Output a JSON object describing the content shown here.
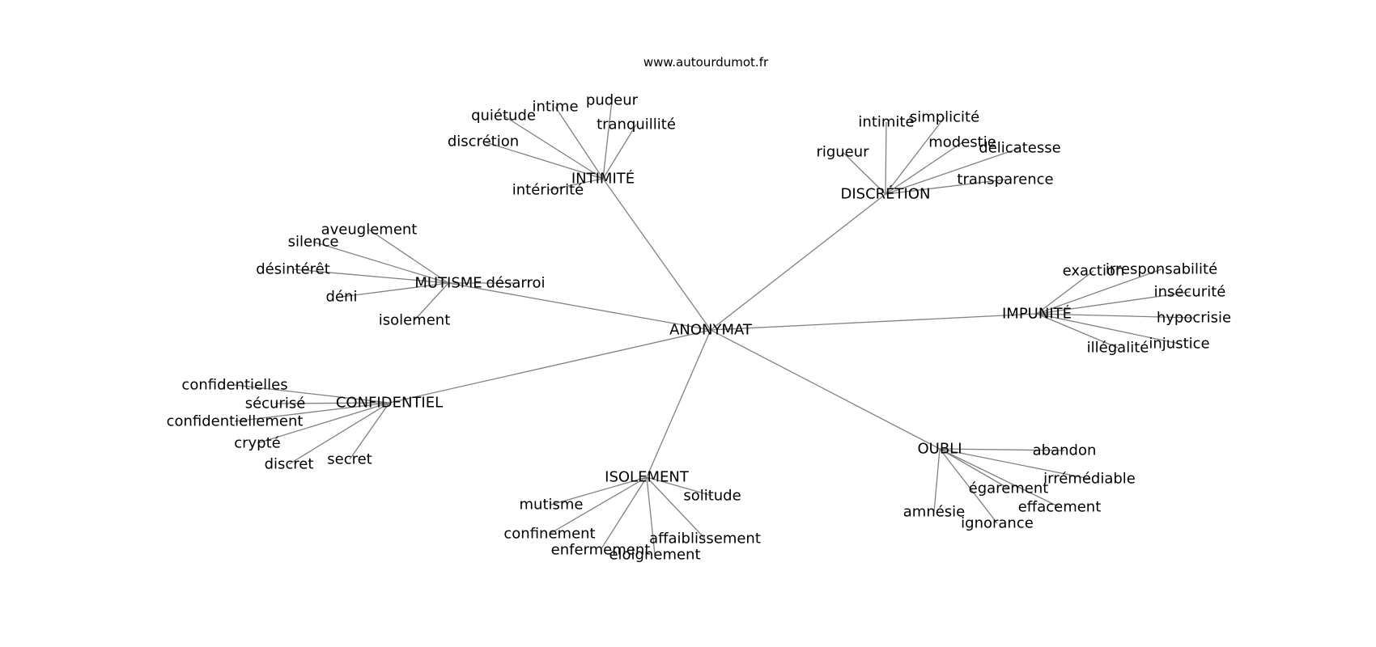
{
  "header": {
    "source": "www.autourdumot.fr"
  },
  "graph": {
    "nodes": [
      {
        "id": "anonymat",
        "label": "ANONYMAT"
      },
      {
        "id": "intimite_hub",
        "label": "INTIMITÉ"
      },
      {
        "id": "discretion_hub",
        "label": "DISCRÉTION"
      },
      {
        "id": "mutisme_hub",
        "label": "MUTISME"
      },
      {
        "id": "impunite_hub",
        "label": "IMPUNITÉ"
      },
      {
        "id": "confidentiel_hub",
        "label": "CONFIDENTIEL"
      },
      {
        "id": "isolement_hub",
        "label": "ISOLEMENT"
      },
      {
        "id": "oubli_hub",
        "label": "OUBLI"
      },
      {
        "id": "pudeur",
        "label": "pudeur"
      },
      {
        "id": "intime",
        "label": "intime"
      },
      {
        "id": "quietude",
        "label": "quiétude"
      },
      {
        "id": "tranquillite",
        "label": "tranquillité"
      },
      {
        "id": "discretion_leaf",
        "label": "discrétion"
      },
      {
        "id": "interiorite",
        "label": "intériorité"
      },
      {
        "id": "intimite_leaf",
        "label": "intimité"
      },
      {
        "id": "simplicite",
        "label": "simplicité"
      },
      {
        "id": "modestie",
        "label": "modestie"
      },
      {
        "id": "delicatesse",
        "label": "délicatesse"
      },
      {
        "id": "rigueur",
        "label": "rigueur"
      },
      {
        "id": "transparence",
        "label": "transparence"
      },
      {
        "id": "aveuglement",
        "label": "aveuglement"
      },
      {
        "id": "silence",
        "label": "silence"
      },
      {
        "id": "desinteret",
        "label": "désintérêt"
      },
      {
        "id": "desarroi",
        "label": "désarroi"
      },
      {
        "id": "deni",
        "label": "déni"
      },
      {
        "id": "isolement_leaf",
        "label": "isolement"
      },
      {
        "id": "exaction",
        "label": "exaction"
      },
      {
        "id": "irresponsabilite",
        "label": "irresponsabilité"
      },
      {
        "id": "insecurite",
        "label": "insécurité"
      },
      {
        "id": "hypocrisie",
        "label": "hypocrisie"
      },
      {
        "id": "injustice",
        "label": "injustice"
      },
      {
        "id": "illegalite",
        "label": "illégalité"
      },
      {
        "id": "confidentielles",
        "label": "confidentielles"
      },
      {
        "id": "securise",
        "label": "sécurisé"
      },
      {
        "id": "confidentiellement",
        "label": "confidentiellement"
      },
      {
        "id": "crypte",
        "label": "crypté"
      },
      {
        "id": "discret",
        "label": "discret"
      },
      {
        "id": "secret",
        "label": "secret"
      },
      {
        "id": "mutisme_leaf",
        "label": "mutisme"
      },
      {
        "id": "solitude",
        "label": "solitude"
      },
      {
        "id": "confinement",
        "label": "confinement"
      },
      {
        "id": "affaiblissement",
        "label": "affaiblissement"
      },
      {
        "id": "enfermement",
        "label": "enfermement"
      },
      {
        "id": "eloignement",
        "label": "éloignement"
      },
      {
        "id": "abandon",
        "label": "abandon"
      },
      {
        "id": "irremediable",
        "label": "irrémédiable"
      },
      {
        "id": "egarement",
        "label": "égarement"
      },
      {
        "id": "effacement",
        "label": "effacement"
      },
      {
        "id": "amnesie",
        "label": "amnésie"
      },
      {
        "id": "ignorance",
        "label": "ignorance"
      }
    ],
    "edges": [
      [
        "anonymat",
        "intimite_hub"
      ],
      [
        "anonymat",
        "discretion_hub"
      ],
      [
        "anonymat",
        "mutisme_hub"
      ],
      [
        "anonymat",
        "impunite_hub"
      ],
      [
        "anonymat",
        "confidentiel_hub"
      ],
      [
        "anonymat",
        "isolement_hub"
      ],
      [
        "anonymat",
        "oubli_hub"
      ],
      [
        "intimite_hub",
        "pudeur"
      ],
      [
        "intimite_hub",
        "intime"
      ],
      [
        "intimite_hub",
        "quietude"
      ],
      [
        "intimite_hub",
        "tranquillite"
      ],
      [
        "intimite_hub",
        "discretion_leaf"
      ],
      [
        "intimite_hub",
        "interiorite"
      ],
      [
        "discretion_hub",
        "intimite_leaf"
      ],
      [
        "discretion_hub",
        "simplicite"
      ],
      [
        "discretion_hub",
        "modestie"
      ],
      [
        "discretion_hub",
        "delicatesse"
      ],
      [
        "discretion_hub",
        "rigueur"
      ],
      [
        "discretion_hub",
        "transparence"
      ],
      [
        "mutisme_hub",
        "aveuglement"
      ],
      [
        "mutisme_hub",
        "silence"
      ],
      [
        "mutisme_hub",
        "desinteret"
      ],
      [
        "mutisme_hub",
        "desarroi"
      ],
      [
        "mutisme_hub",
        "deni"
      ],
      [
        "mutisme_hub",
        "isolement_leaf"
      ],
      [
        "impunite_hub",
        "exaction"
      ],
      [
        "impunite_hub",
        "irresponsabilite"
      ],
      [
        "impunite_hub",
        "insecurite"
      ],
      [
        "impunite_hub",
        "hypocrisie"
      ],
      [
        "impunite_hub",
        "injustice"
      ],
      [
        "impunite_hub",
        "illegalite"
      ],
      [
        "confidentiel_hub",
        "confidentielles"
      ],
      [
        "confidentiel_hub",
        "securise"
      ],
      [
        "confidentiel_hub",
        "confidentiellement"
      ],
      [
        "confidentiel_hub",
        "crypte"
      ],
      [
        "confidentiel_hub",
        "discret"
      ],
      [
        "confidentiel_hub",
        "secret"
      ],
      [
        "isolement_hub",
        "mutisme_leaf"
      ],
      [
        "isolement_hub",
        "solitude"
      ],
      [
        "isolement_hub",
        "confinement"
      ],
      [
        "isolement_hub",
        "affaiblissement"
      ],
      [
        "isolement_hub",
        "enfermement"
      ],
      [
        "isolement_hub",
        "eloignement"
      ],
      [
        "oubli_hub",
        "abandon"
      ],
      [
        "oubli_hub",
        "irremediable"
      ],
      [
        "oubli_hub",
        "egarement"
      ],
      [
        "oubli_hub",
        "effacement"
      ],
      [
        "oubli_hub",
        "amnesie"
      ],
      [
        "oubli_hub",
        "ignorance"
      ]
    ]
  }
}
